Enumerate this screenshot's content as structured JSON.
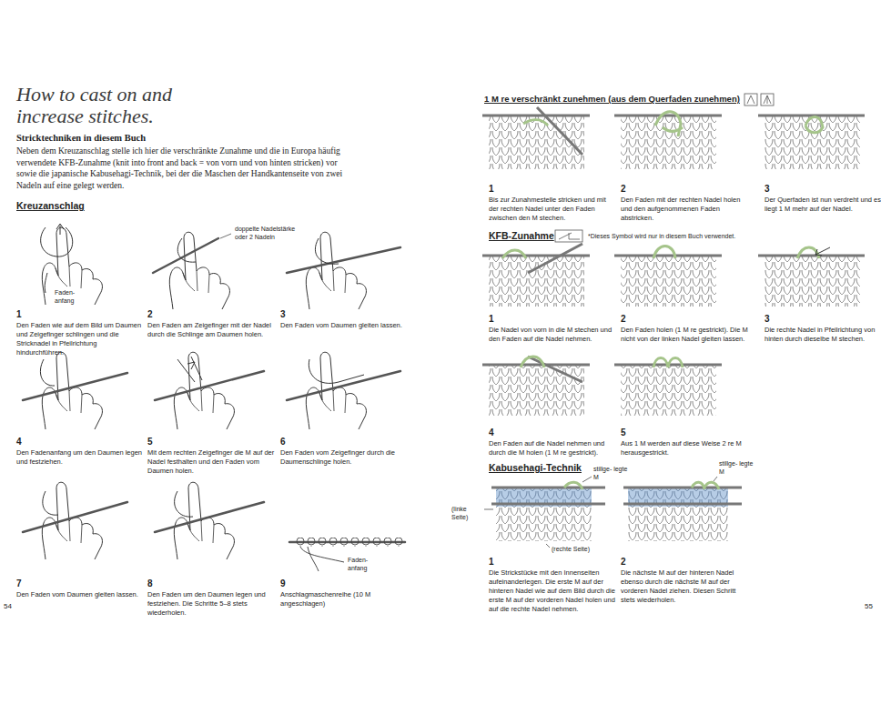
{
  "diagram": {
    "title": "Stricktechniken in diesem Buch",
    "labels": [
      "How to cast on and increase stitches.",
      "Neben dem Kreuzanschlag stelle ich hier die verschränkte Zunahme und die in Europa häufig verwendete KFB-Zunahme (knit into front and back = von vorn und von hinten stricken) vor sowie die japanische Kabusehagi-Technik, bei der die Maschen der Handkantenseite von zwei Nadeln auf eine gelegt werden.",
      "Kreuzanschlag",
      "doppelte Nadelstärke oder 2 Nadeln",
      "Faden- anfang",
      "1",
      "Den Faden wie auf dem Bild um Daumen und Zeigefinger schlingen und die Stricknadel in Pfeilrichtung hindurchführen.",
      "2",
      "Den Faden am Zeigefinger mit der Nadel durch die Schlinge am Daumen holen.",
      "3",
      "Den Faden vom Daumen gleiten lassen.",
      "4",
      "Den Fadenanfang um den Daumen legen und festziehen.",
      "5",
      "Mit dem rechten Zeigefinger die M auf der Nadel festhalten und den Faden vom Daumen holen.",
      "6",
      "Den Faden vom Zeigefinger durch die Daumenschlinge holen.",
      "7",
      "Den Faden vom Daumen gleiten lassen.",
      "8",
      "Den Faden um den Daumen legen und festziehen. Die Schritte 5–8 stets wiederholen.",
      "Faden- anfang",
      "9",
      "Anschlagmaschenreihe (10 M angeschlagen)",
      "54",
      "1 M re verschränkt zunehmen (aus dem Querfaden zunehmen)",
      "1",
      "Bis zur Zunahmestelle stricken und mit der rechten Nadel unter den Faden zwischen den M stechen.",
      "2",
      "Den Faden mit der rechten Nadel holen und den aufgenommenen Faden abstricken.",
      "3",
      "Der Querfaden ist nun verdreht und es liegt 1 M mehr auf der Nadel.",
      "KFB-Zunahme",
      "*Dieses Symbol wird nur in diesem Buch verwendet.",
      "1",
      "Die Nadel von vorn in die M stechen und den Faden auf die Nadel nehmen.",
      "2",
      "Den Faden holen (1 M re gestrickt). Die M nicht von der linken Nadel gleiten lassen.",
      "3",
      "Die rechte Nadel in Pfeilrichtung von hinten durch dieselbe M stechen.",
      "4",
      "Den Faden auf die Nadel nehmen und durch die M holen (1 M re gestrickt).",
      "5",
      "Aus 1 M werden auf diese Weise 2 re M herausgestrickt.",
      "Kabusehagi-Technik",
      "stillge- legte M",
      "stillge- legte M",
      "(linke Seite)",
      "(rechte Seite)",
      "1",
      "Die Strickstücke mit den Innenseiten aufeinanderlegen. Die erste M auf der hinteren Nadel wie auf dem Bild durch die erste M auf der vorderen Nadel holen und auf die rechte Nadel nehmen.",
      "2",
      "Die nächste M auf der hinteren Nadel ebenso durch die nächste M auf der vorderen Nadel ziehen. Diesen Schritt stets wiederholen.",
      "55"
    ]
  }
}
